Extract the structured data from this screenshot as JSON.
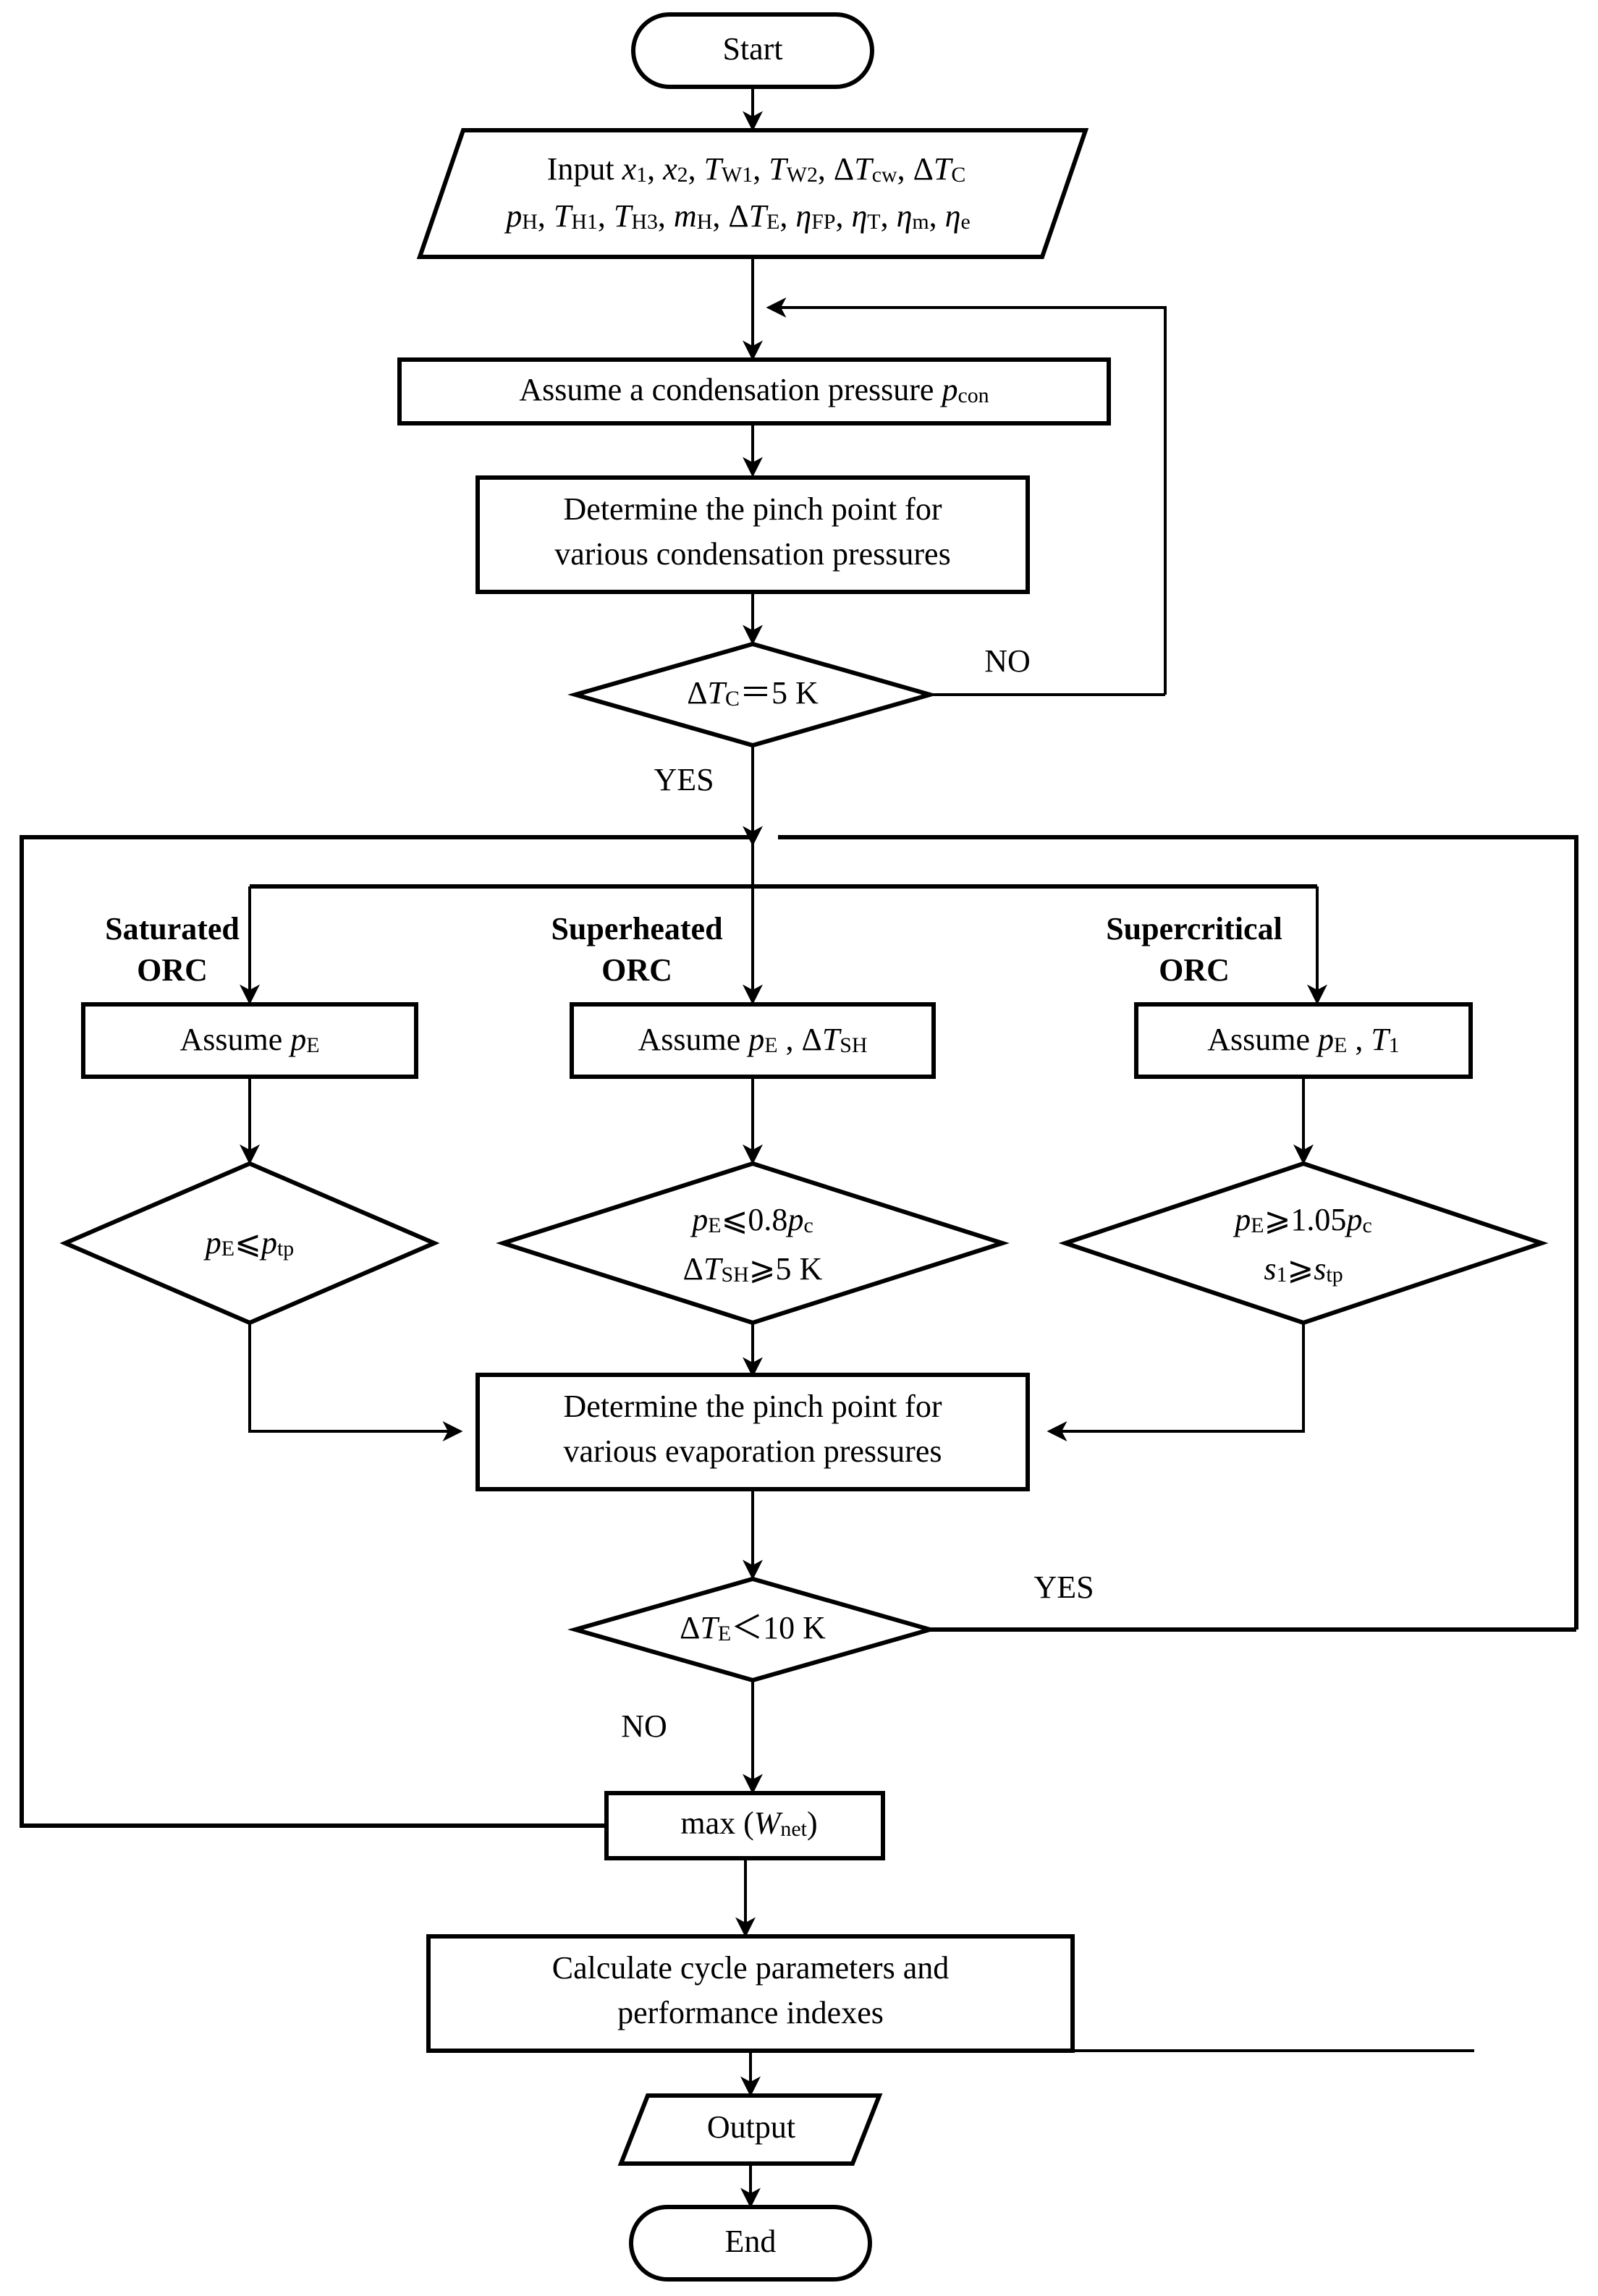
{
  "diagram": {
    "title": "ORC cycle optimization flowchart",
    "colors": {
      "line": "#000000",
      "fill": "#ffffff",
      "background": "#ffffff"
    }
  },
  "nodes": {
    "start": {
      "label": "Start",
      "shape": "terminator"
    },
    "input": {
      "shape": "parallelogram",
      "line1_prefix": "Input ",
      "line1_vars": [
        {
          "base": "x",
          "sub": "1"
        },
        {
          "base": "x",
          "sub": "2"
        },
        {
          "base": "T",
          "sub": "W1"
        },
        {
          "base": "T",
          "sub": "W2"
        },
        {
          "base": "ΔT",
          "sub": "cw"
        },
        {
          "base": "ΔT",
          "sub": "C"
        }
      ],
      "line2_vars": [
        {
          "base": "p",
          "sub": "H"
        },
        {
          "base": "T",
          "sub": "H1"
        },
        {
          "base": "T",
          "sub": "H3"
        },
        {
          "base": "m",
          "sub": "H"
        },
        {
          "base": "ΔT",
          "sub": "E"
        },
        {
          "base": "η",
          "sub": "FP"
        },
        {
          "base": "η",
          "sub": "T"
        },
        {
          "base": "η",
          "sub": "m"
        },
        {
          "base": "η",
          "sub": "e"
        }
      ],
      "line1_plain": "Input x1, x2, TW1, TW2, ΔTcw, ΔTC",
      "line2_plain": "pH, TH1, TH3, mH, ΔTE, ηFP, ηT, ηm, ηe"
    },
    "assume_pcon": {
      "shape": "process",
      "prefix": "Assume a condensation pressure ",
      "var_base": "p",
      "var_sub": "con",
      "plain": "Assume a condensation pressure pcon"
    },
    "pinch_cond": {
      "shape": "process",
      "line1": "Determine the pinch point for",
      "line2": "various condensation pressures"
    },
    "dec_tc": {
      "shape": "decision",
      "var_base": "ΔT",
      "var_sub": "C",
      "rest": "=5 K",
      "plain": "ΔTC=5 K"
    },
    "branch_saturated": {
      "line1": "Saturated",
      "line2": "ORC"
    },
    "branch_superheated": {
      "line1": "Superheated",
      "line2": "ORC"
    },
    "branch_supercritical": {
      "line1": "Supercritical",
      "line2": "ORC"
    },
    "assume_pe_sat": {
      "shape": "process",
      "prefix": "Assume ",
      "vars": [
        {
          "base": "p",
          "sub": "E"
        }
      ],
      "plain": "Assume pE"
    },
    "assume_pe_sup": {
      "shape": "process",
      "prefix": "Assume ",
      "vars": [
        {
          "base": "p",
          "sub": "E"
        },
        {
          "base": "ΔT",
          "sub": "SH"
        }
      ],
      "plain": "Assume pE , ΔTSH"
    },
    "assume_pe_scr": {
      "shape": "process",
      "prefix": "Assume ",
      "vars": [
        {
          "base": "p",
          "sub": "E"
        },
        {
          "base": "T",
          "sub": "1"
        }
      ],
      "plain": "Assume pE , T1"
    },
    "dec_sat": {
      "shape": "decision",
      "line1": {
        "lhs_base": "p",
        "lhs_sub": "E",
        "op": "⩽",
        "rhs_base": "p",
        "rhs_sub": "tp",
        "coef": ""
      },
      "plain1": "pE ⩽ ptp"
    },
    "dec_sup": {
      "shape": "decision",
      "line1": {
        "lhs_base": "p",
        "lhs_sub": "E",
        "op": "⩽",
        "coef": "0.8",
        "rhs_base": "p",
        "rhs_sub": "c"
      },
      "line2": {
        "lhs_base": "ΔT",
        "lhs_sub": "SH",
        "op": "⩾",
        "coef": "5 K",
        "rhs_base": "",
        "rhs_sub": ""
      },
      "plain1": "pE ⩽ 0.8pc",
      "plain2": "ΔTSH ⩾ 5 K"
    },
    "dec_scr": {
      "shape": "decision",
      "line1": {
        "lhs_base": "p",
        "lhs_sub": "E",
        "op": "⩾",
        "coef": "1.05",
        "rhs_base": "p",
        "rhs_sub": "c"
      },
      "line2": {
        "lhs_base": "s",
        "lhs_sub": "1",
        "op": "⩾",
        "coef": "",
        "rhs_base": "s",
        "rhs_sub": "tp"
      },
      "plain1": "pE ⩾ 1.05pc",
      "plain2": "s1 ⩾ stp"
    },
    "pinch_evap": {
      "shape": "process",
      "line1": "Determine the pinch point for",
      "line2": "various evaporation pressures"
    },
    "dec_te": {
      "shape": "decision",
      "var_base": "ΔT",
      "var_sub": "E",
      "rest": "＜10 K",
      "plain": "ΔTE ＜ 10 K"
    },
    "max_wnet": {
      "shape": "process",
      "prefix": "max (",
      "var_base": "W",
      "var_sub": "net",
      "suffix": ")",
      "plain": "max (Wnet)"
    },
    "calc": {
      "shape": "process",
      "line1": "Calculate cycle parameters and",
      "line2": "performance indexes"
    },
    "output": {
      "shape": "parallelogram",
      "label": "Output"
    },
    "end": {
      "shape": "terminator",
      "label": "End"
    }
  },
  "edge_labels": {
    "tc_no": "NO",
    "tc_yes": "YES",
    "te_yes": "YES",
    "te_no": "NO"
  }
}
